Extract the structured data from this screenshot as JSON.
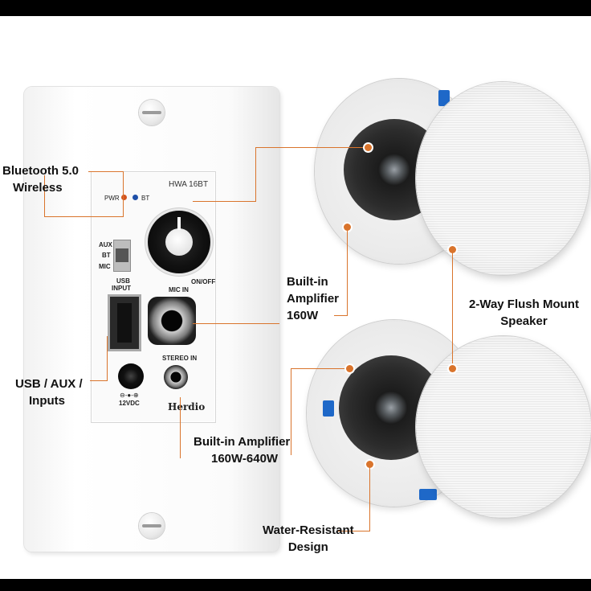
{
  "wallplate": {
    "model": "HWA 16BT",
    "led_pwr": "PWR",
    "led_bt": "BT",
    "switch_aux": "AUX",
    "switch_bt": "BT",
    "switch_mic": "MIC",
    "usb_label_1": "USB",
    "usb_label_2": "INPUT",
    "mic_in": "MIC IN",
    "stereo_in": "STEREO IN",
    "on_off": "ON/OFF",
    "dc_symbol": "⊖-●-⊕",
    "dc_voltage": "12VDC",
    "brand": "Herdio"
  },
  "callouts": {
    "bluetooth": [
      "Bluetooth 5.0",
      "Wireless"
    ],
    "amp_top": [
      "Built-in",
      "Amplifier",
      "160W"
    ],
    "usb_aux": [
      "USB / AUX /",
      "Inputs"
    ],
    "amp_bottom": [
      "Built-in Amplifier",
      "160W-640W"
    ],
    "flush_mount": [
      "2-Way Flush Mount",
      "Speaker"
    ],
    "water": [
      "Water-Resistant",
      "Design"
    ]
  },
  "colors": {
    "accent": "#d9742c",
    "pwr_led": "#d3541f",
    "bt_led": "#1e4fa8",
    "clip": "#1e68c8"
  }
}
